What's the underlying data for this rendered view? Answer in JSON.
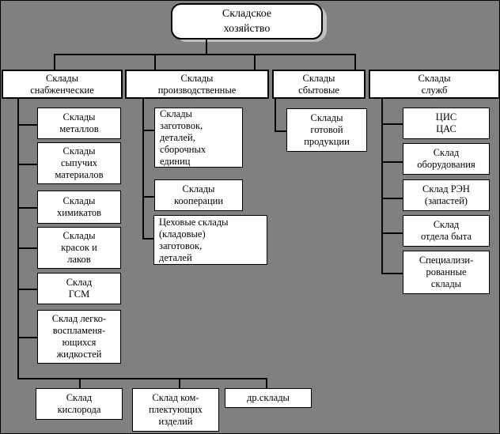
{
  "diagram": {
    "title": "Складское хозяйство",
    "background_color": "#808080",
    "box_fill": "#ffffff",
    "line_color": "#000000",
    "shadow_color": "#c0c0c0",
    "root": {
      "label": "Складское\nхозяйство"
    },
    "level2": [
      {
        "label": "Склады\nснабженческие"
      },
      {
        "label": "Склады\nпроизводственные"
      },
      {
        "label": "Склады\nсбытовые"
      },
      {
        "label": "Склады\nслужб"
      }
    ],
    "col1": [
      {
        "label": "Склады\nметаллов"
      },
      {
        "label": "Склады\nсыпучих\nматериалов"
      },
      {
        "label": "Склады\nхимикатов"
      },
      {
        "label": "Склады\nкрасок и\nлаков"
      },
      {
        "label": "Склад\nГСМ"
      },
      {
        "label": "Склад легко-\nвоспламеня-\nющихся\nжидкостей"
      }
    ],
    "col2": [
      {
        "label": "Склады\nзаготовок,\nдеталей,\nсборочных\nединиц"
      },
      {
        "label": "Склады\nкооперации"
      },
      {
        "label": "Цеховые склады\n(кладовые)\nзаготовок,\nдеталей"
      }
    ],
    "col3": [
      {
        "label": "Склады\nготовой\nпродукции"
      }
    ],
    "col4": [
      {
        "label": "ЦИС\nЦАС"
      },
      {
        "label": "Склад\nоборудования"
      },
      {
        "label": "Склад РЭН\n(запастей)"
      },
      {
        "label": "Склад\nотдела быта"
      },
      {
        "label": "Специализи-\nрованные\nсклады"
      }
    ],
    "bottom": [
      {
        "label": "Склад\nкислорода"
      },
      {
        "label": "Склад ком-\nплектующих\nизделий"
      },
      {
        "label": "др.склады"
      }
    ]
  }
}
